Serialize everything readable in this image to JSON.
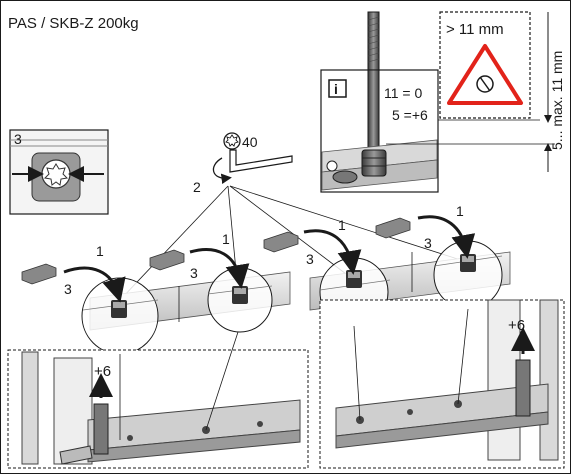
{
  "title": "PAS / SKB-Z 200kg",
  "info_panel": {
    "info_symbol": "i",
    "row_a": "11 =  0",
    "row_b": "5 =+6"
  },
  "warning_panel": {
    "label": "> 11 mm"
  },
  "dimension_label": "5... max. 11 mm",
  "tool_callout": {
    "torx_size": "40",
    "step": "2"
  },
  "inset_label": "3",
  "step_labels": {
    "rotate": "1",
    "adjust": "3"
  },
  "lift_label": "+6",
  "icons": [
    "torx-icon",
    "warning-triangle-icon",
    "info-icon",
    "up-arrow-icon"
  ]
}
